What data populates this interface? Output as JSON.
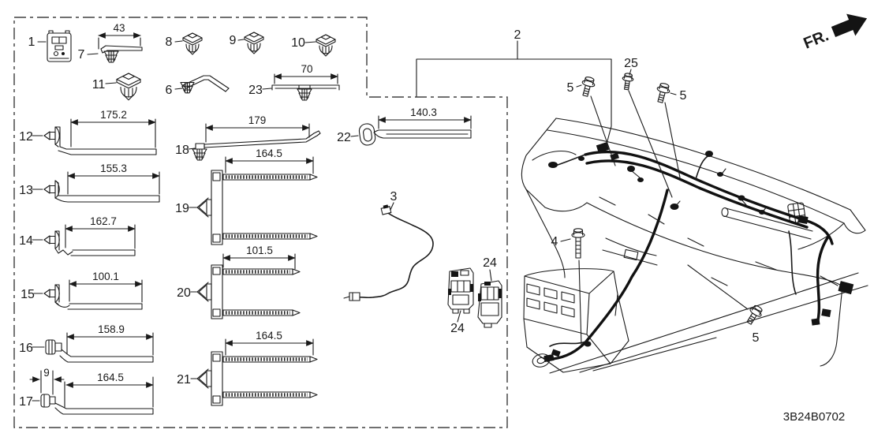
{
  "diagram": {
    "code": "3B24B0702",
    "direction_label": "FR.",
    "ink_color": "#1a1a1a",
    "background_color": "#ffffff"
  },
  "callouts": {
    "p1": "1",
    "p2": "2",
    "p3": "3",
    "p4": "4",
    "p5a": "5",
    "p5b": "5",
    "p5c": "5",
    "p6": "6",
    "p7": "7",
    "p8": "8",
    "p9": "9",
    "p10": "10",
    "p11": "11",
    "p12": "12",
    "p13": "13",
    "p14": "14",
    "p15": "15",
    "p16": "16",
    "p17": "17",
    "p18": "18",
    "p19": "19",
    "p20": "20",
    "p21": "21",
    "p22": "22",
    "p23": "23",
    "p24a": "24",
    "p24b": "24",
    "p25": "25"
  },
  "dimensions": {
    "d7": "43",
    "d23": "70",
    "d12": "175.2",
    "d13": "155.3",
    "d14": "162.7",
    "d15": "100.1",
    "d16": "158.9",
    "d17a": "9",
    "d17b": "164.5",
    "d18": "179",
    "d19": "164.5",
    "d20": "101.5",
    "d21": "164.5",
    "d22": "140.3"
  }
}
